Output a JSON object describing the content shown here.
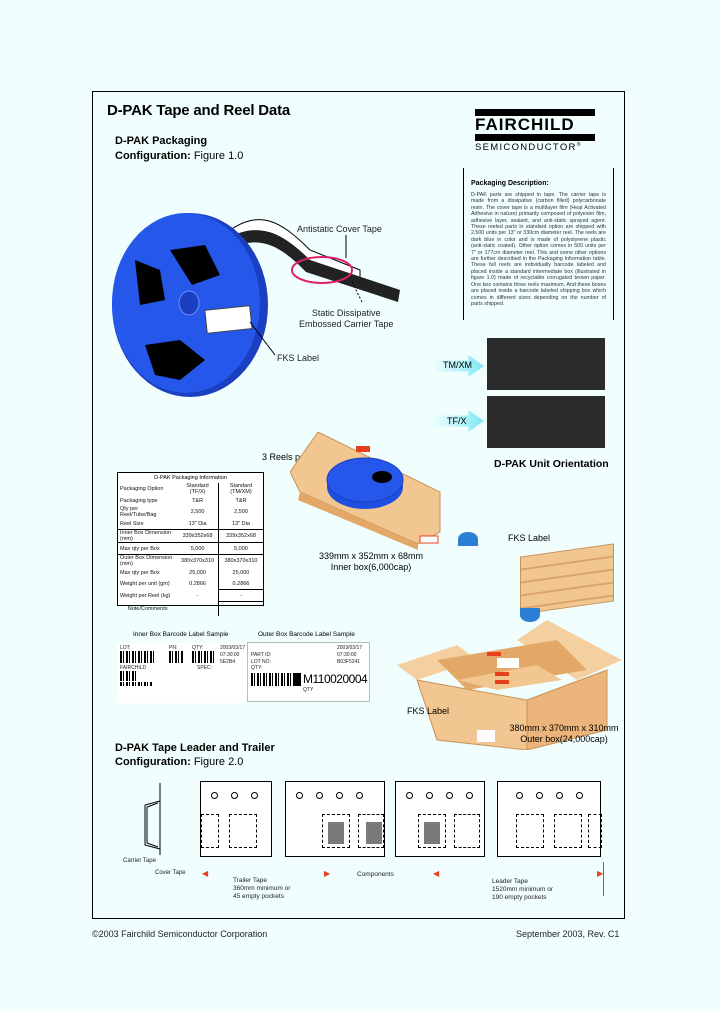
{
  "page": {
    "title": "D-PAK Tape and Reel Data",
    "colors": {
      "background": "#f0fefe",
      "reel": "#1f4fe0",
      "box": "#f2c690",
      "highlight": "#e0206a",
      "arrow_cyan": "#7fe8f5",
      "marker_red": "#e8401a"
    }
  },
  "logo": {
    "name": "FAIRCHILD",
    "sub": "SEMICONDUCTOR",
    "tm": "®"
  },
  "section1": {
    "title": "D-PAK Packaging",
    "config_label": "Configuration:",
    "config_value": "Figure 1.0"
  },
  "description": {
    "title": "Packaging Description:",
    "body": "D-PAK parts are shipped in tape. The carrier tape is made from a dissipative (carbon filled) polycarbonate resin. The cover tape is a multilayer film (Heat Activated Adhesive in nature) primarily composed of polyester film, adhesive layer, sealant, and anti-static sprayed agent. These reeled parts in standard option are shipped with 2,500 units per 13\" or 330cm diameter reel. The reels are dark blue in color and is made of polystyrene plastic (anti-static coated). Other option comes in 500 units per 7\" or 177cm diameter reel. This and some other options are further described in the Packaging Information table. These full reels are individually barcode labeled and placed inside a standard intermediate box (illustrated in figure 1.0) made of recyclable corrugated brown paper. One box contains three reels maximum. And these boxes are placed inside a barcode labeled shipping box which comes in different sizes depending on the number of parts shipped."
  },
  "reel_figure": {
    "cover_tape_label": "Antistatic Cover Tape",
    "carrier_tape_label_1": "Static Dissipative",
    "carrier_tape_label_2": "Embossed Carrier Tape",
    "fks_label": "FKS Label"
  },
  "orientation": {
    "title": "D-PAK Unit Orientation",
    "options": [
      {
        "label": "TM/XM"
      },
      {
        "label": "TF/X"
      }
    ]
  },
  "boxes": {
    "reels_per_box": "3 Reels per box",
    "inner_dims": "339mm x 352mm x 68mm",
    "inner_caption": "Inner box(6,000cap)",
    "fks_label_stack": "FKS Label",
    "fks_label_outer": "FKS Label",
    "outer_dims": "380mm x 370mm x 310mm",
    "outer_caption": "Outer box(24,000cap)"
  },
  "info_table": {
    "title": "D-PAK Packaging Information",
    "rows": [
      {
        "label": "Packaging Option",
        "a": "Standard (TF/X)",
        "b": "Standard (TM/XM)"
      },
      {
        "label": "Packaging type",
        "a": "T&R",
        "b": "T&R"
      },
      {
        "label": "Qty per Reel/Tube/Bag",
        "a": "2,500",
        "b": "2,500"
      },
      {
        "label": "Reel Size",
        "a": "13\" Dia",
        "b": "13\" Dia"
      },
      {
        "label": "Inner Box Dimension (mm)",
        "a": "339x352x68",
        "b": "339x352x68"
      },
      {
        "label": "Max qty per Box",
        "a": "5,000",
        "b": "5,000"
      },
      {
        "label": "Outer Box Dimension (mm)",
        "a": "380x370x310",
        "b": "380x370x310"
      },
      {
        "label": "Max qty per Box",
        "a": "25,000",
        "b": "25,000"
      },
      {
        "label": "Weight per unit (gm)",
        "a": "0.2866",
        "b": "0.2866"
      },
      {
        "label": "Weight per Reel (kg)",
        "a": "-",
        "b": "-"
      },
      {
        "label": "Note/Comments",
        "a": "",
        "b": ""
      }
    ]
  },
  "barcode_labels": {
    "inner_title": "Inner Box Barcode Label Sample",
    "outer_title": "Outer Box Barcode Label Sample",
    "inner_fields": {
      "lot": "LOT:",
      "pn": "PN:",
      "qty": "QTY:",
      "date": "2003/03/17",
      "time": "07:30:00",
      "code": "5E2B4",
      "fairchild": "FAIRCHILD",
      "spec": "SPEC:"
    },
    "outer_fields": {
      "date": "2003/03/17",
      "time": "07:30:00",
      "code": "B03F5241",
      "part": "PART ID:",
      "lot": "LOT NO:",
      "qty": "QTY:",
      "big": "M110020004",
      "qty2": "QTY"
    }
  },
  "section2": {
    "title": "D-PAK Tape Leader and Trailer",
    "config_label": "Configuration:",
    "config_value": "Figure 2.0"
  },
  "tape_figure": {
    "carrier_tape": "Carrier Tape",
    "cover_tape": "Cover Tape",
    "trailer": [
      "Trailer Tape",
      "360mm minimum or",
      "45 empty pockets"
    ],
    "components": "Components",
    "leader": [
      "Leader Tape",
      "1520mm minimum or",
      "190 empty pockets"
    ]
  },
  "footer": {
    "copyright": "©2003 Fairchild Semiconductor Corporation",
    "revision": "September 2003, Rev. C1"
  }
}
